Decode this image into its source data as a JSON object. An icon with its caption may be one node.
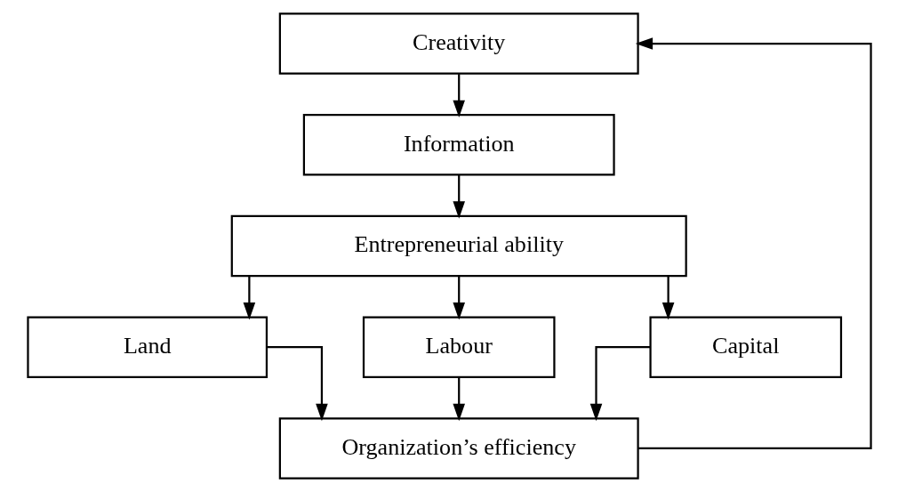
{
  "diagram": {
    "nodes": [
      {
        "text": [
          "Creativity"
        ]
      },
      {
        "text": [
          "Information"
        ]
      },
      {
        "text": [
          "Entrepreneurial ability"
        ]
      },
      {
        "text": [
          "Land"
        ]
      },
      {
        "text": [
          "Labour"
        ]
      },
      {
        "text": [
          "Capital"
        ]
      },
      {
        "text": [
          "Organization’s efficiency"
        ]
      }
    ],
    "edges": [
      {
        "from": 0,
        "to": 1,
        "arrow": "to"
      },
      {
        "from": 1,
        "to": 2,
        "arrow": "to"
      },
      {
        "from": 2,
        "to": 3,
        "arrow": "to"
      },
      {
        "from": 2,
        "to": 4,
        "arrow": "to"
      },
      {
        "from": 2,
        "to": 5,
        "arrow": "to"
      },
      {
        "from": 3,
        "to": 6,
        "arrow": "to"
      },
      {
        "from": 4,
        "to": 6,
        "arrow": "to"
      },
      {
        "from": 5,
        "to": 6,
        "arrow": "to"
      },
      {
        "from": 6,
        "to": 0,
        "arrow": "to"
      }
    ]
  }
}
